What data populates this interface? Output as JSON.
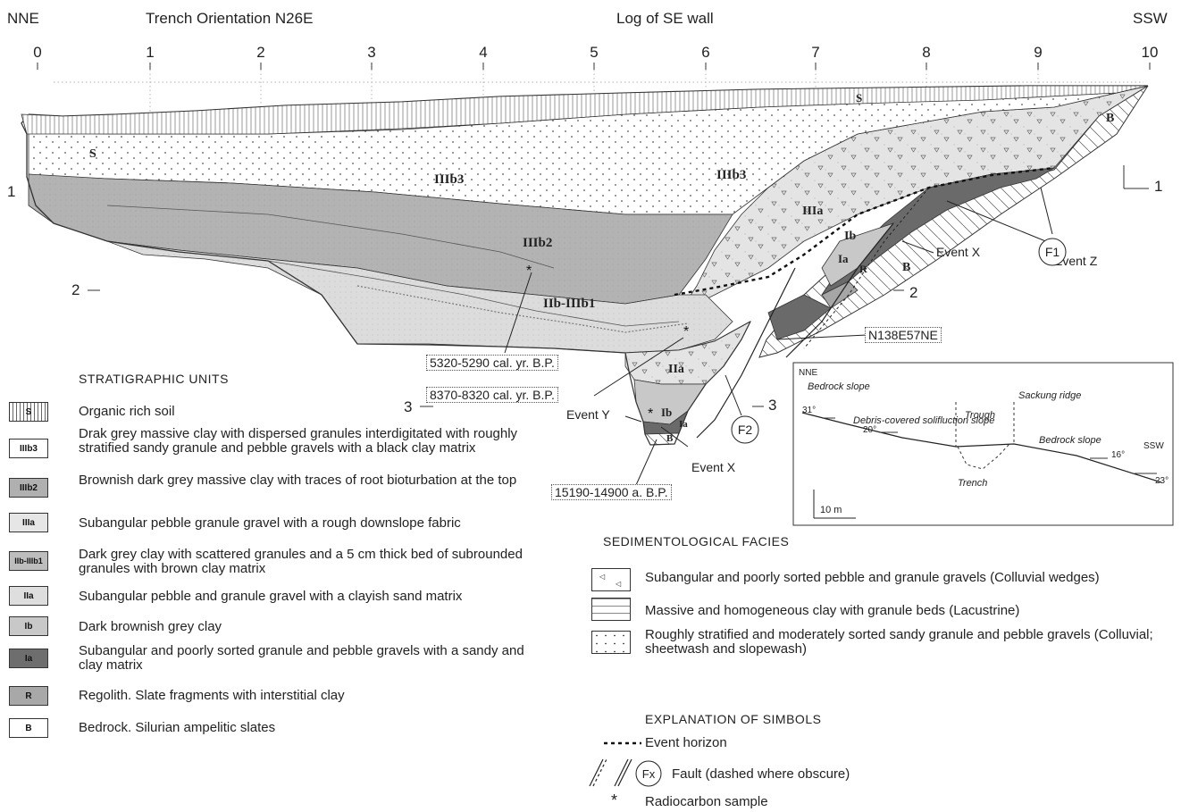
{
  "header": {
    "left": "NNE",
    "orientation": "Trench Orientation N26E",
    "title": "Log of SE wall",
    "right": "SSW"
  },
  "scale_x": [
    "0",
    "1",
    "2",
    "3",
    "4",
    "5",
    "6",
    "7",
    "8",
    "9",
    "10"
  ],
  "scale_y": [
    "1",
    "2",
    "3"
  ],
  "units": {
    "S": "S",
    "IIIb3_a": "IIIb3",
    "IIIb3_b": "IIIb3",
    "IIIb2": "IIIb2",
    "IIb_IIIb1": "IIb-IIIb1",
    "IIIa": "IIIa",
    "IIa": "IIa",
    "Ib": "Ib",
    "Ia": "Ia",
    "R": "R",
    "B": "B",
    "S2": "S",
    "B2": "B",
    "Ib2": "Ib",
    "Ia2": "Ia",
    "B3": "B"
  },
  "annotations": {
    "event_x": "Event X",
    "event_z": "Event Z",
    "event_y": "Event Y",
    "event_x2": "Event X",
    "f1": "F1",
    "f2": "F2",
    "n138": "N138E57NE",
    "date1": "5320-5290 cal. yr. B.P.",
    "date2": "8370-8320 cal. yr. B.P.",
    "date3": "15190-14900 a. B.P."
  },
  "inset": {
    "nne": "NNE",
    "ssw": "SSW",
    "bedrock_slope_1": "Bedrock slope",
    "debris": "Debris-covered solifluction slope",
    "trough": "Trough",
    "sackung": "Sackung ridge",
    "bedrock_slope_2": "Bedrock slope",
    "trench": "Trench",
    "a31": "31°",
    "a20": "20°",
    "a16": "16°",
    "a23": "23°",
    "scale": "10 m"
  },
  "stratigraphic": {
    "title": "STRATIGRAPHIC UNITS",
    "items": [
      {
        "code": "S",
        "text": "Organic rich soil",
        "fill": "#ffffff"
      },
      {
        "code": "IIIb3",
        "text": "Drak grey massive clay with dispersed granules interdigitated with roughly stratified sandy granule and pebble gravels with a black clay matrix",
        "fill": "#ffffff"
      },
      {
        "code": "IIIb2",
        "text": "Brownish dark grey massive clay with traces of root bioturbation at the top",
        "fill": "#b0b0b0"
      },
      {
        "code": "IIIa",
        "text": "Subangular pebble granule gravel with a rough downslope fabric",
        "fill": "#e6e6e6"
      },
      {
        "code": "IIb-IIIb1",
        "text": "Dark grey clay with scattered granules and a 5 cm thick bed of subrounded granules with brown clay matrix",
        "fill": "#bdbdbd"
      },
      {
        "code": "IIa",
        "text": "Subangular pebble and granule gravel with a clayish sand matrix",
        "fill": "#dedede"
      },
      {
        "code": "Ib",
        "text": "Dark brownish grey clay",
        "fill": "#c8c8c8"
      },
      {
        "code": "Ia",
        "text": "Subangular and poorly sorted granule and pebble gravels with a sandy and clay matrix",
        "fill": "#6e6e6e"
      },
      {
        "code": "R",
        "text": "Regolith. Slate fragments with interstitial clay",
        "fill": "#a8a8a8"
      },
      {
        "code": "B",
        "text": "Bedrock. Silurian ampelitic slates",
        "fill": "#ffffff"
      }
    ]
  },
  "sedimentological": {
    "title": "SEDIMENTOLOGICAL FACIES",
    "items": [
      {
        "text": "Subangular and poorly sorted pebble and granule gravels (Colluvial wedges)"
      },
      {
        "text": "Massive and homogeneous clay with granule beds (Lacustrine)"
      },
      {
        "text": "Roughly stratified and moderately sorted sandy granule and pebble gravels (Colluvial; sheetwash and slopewash)"
      }
    ]
  },
  "symbols": {
    "title": "EXPLANATION OF SIMBOLS",
    "event_horizon": "Event horizon",
    "fault": "Fault (dashed where obscure)",
    "fault_code": "Fx",
    "radiocarbon": "Radiocarbon sample",
    "star": "*"
  },
  "colors": {
    "IIIb2": "#b0b0b0",
    "IIIa": "#e6e6e6",
    "Ia": "#6e6e6e",
    "R": "#a8a8a8"
  }
}
